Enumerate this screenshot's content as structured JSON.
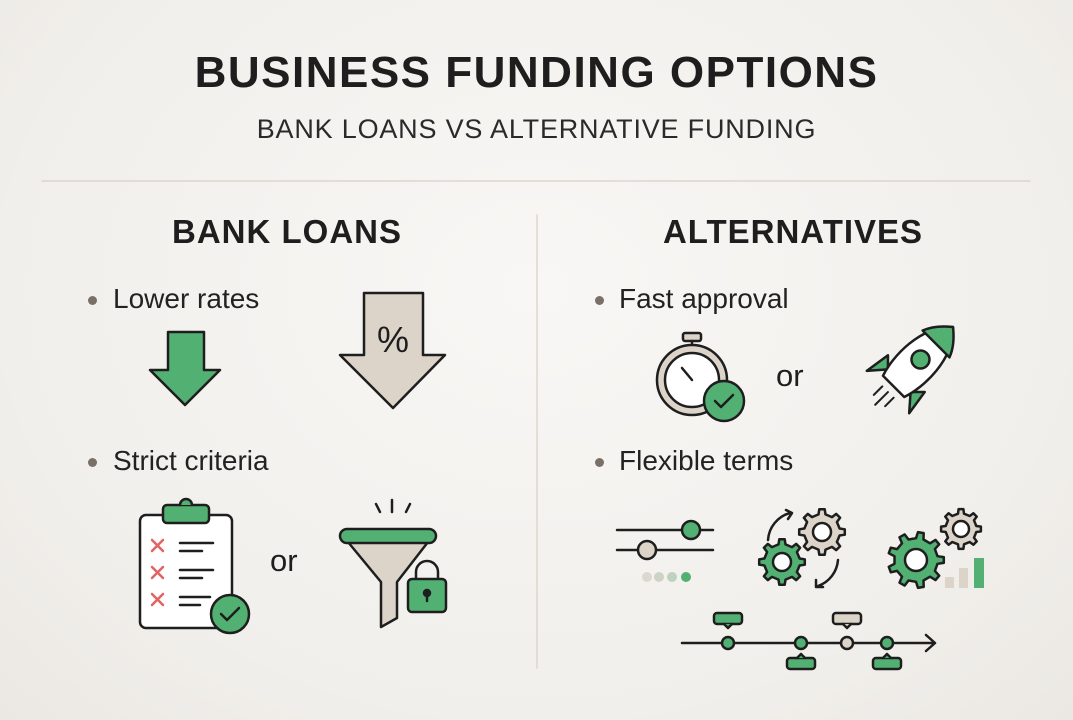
{
  "header": {
    "title": "BUSINESS FUNDING OPTIONS",
    "subtitle": "BANK LOANS VS ALTERNATIVE FUNDING"
  },
  "left": {
    "heading": "BANK LOANS",
    "bullets": [
      "Lower rates",
      "Strict criteria"
    ],
    "or": "or",
    "percent_symbol": "%"
  },
  "right": {
    "heading": "ALTERNATIVES",
    "bullets": [
      "Fast approval",
      "Flexible terms"
    ],
    "or": "or"
  },
  "colors": {
    "green": "#52b073",
    "beige": "#ddd4c9",
    "ink": "#1e1e1e",
    "red": "#e06464"
  }
}
